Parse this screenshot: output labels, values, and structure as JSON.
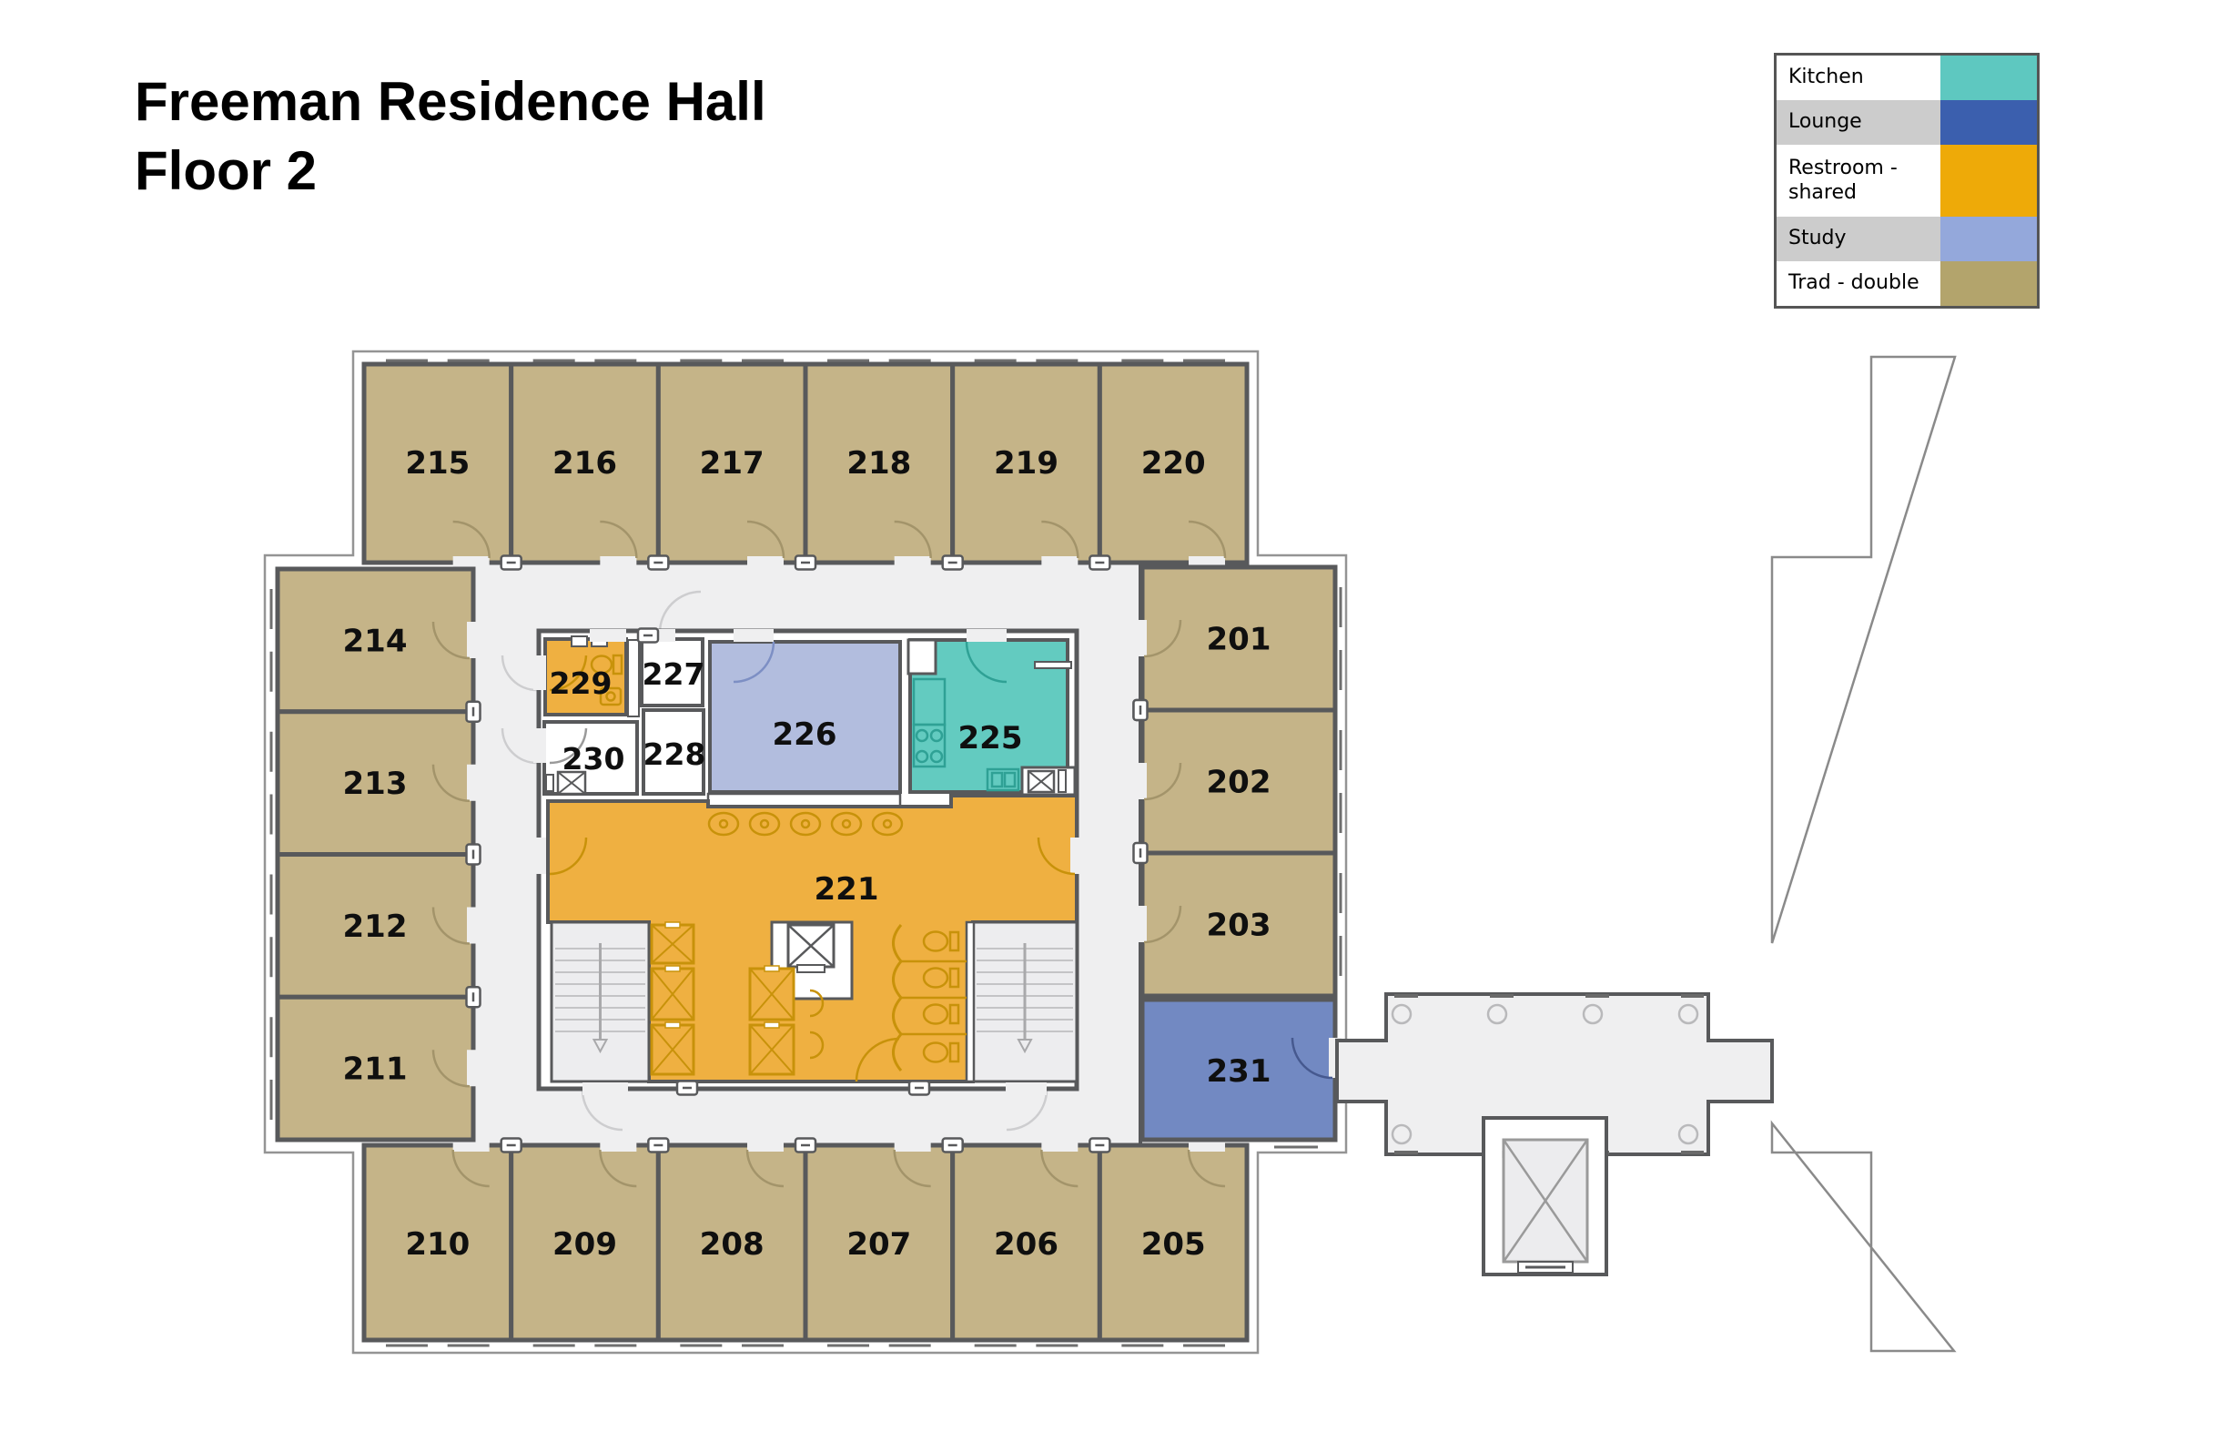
{
  "title": {
    "line1": "Freeman Residence Hall",
    "line2": "Floor 2"
  },
  "legend": {
    "items": [
      {
        "label": "Kitchen",
        "color": "#5ec8c0"
      },
      {
        "label": "Lounge",
        "color": "#3b5fae"
      },
      {
        "label": "Restroom - shared",
        "color": "#eeaa08"
      },
      {
        "label": "Study",
        "color": "#94a8db"
      },
      {
        "label": "Trad - double",
        "color": "#b3a46c"
      }
    ]
  },
  "floor_plan": {
    "rooms": [
      {
        "number": "201",
        "type": "Trad - double"
      },
      {
        "number": "202",
        "type": "Trad - double"
      },
      {
        "number": "203",
        "type": "Trad - double"
      },
      {
        "number": "205",
        "type": "Trad - double"
      },
      {
        "number": "206",
        "type": "Trad - double"
      },
      {
        "number": "207",
        "type": "Trad - double"
      },
      {
        "number": "208",
        "type": "Trad - double"
      },
      {
        "number": "209",
        "type": "Trad - double"
      },
      {
        "number": "210",
        "type": "Trad - double"
      },
      {
        "number": "211",
        "type": "Trad - double"
      },
      {
        "number": "212",
        "type": "Trad - double"
      },
      {
        "number": "213",
        "type": "Trad - double"
      },
      {
        "number": "214",
        "type": "Trad - double"
      },
      {
        "number": "215",
        "type": "Trad - double"
      },
      {
        "number": "216",
        "type": "Trad - double"
      },
      {
        "number": "217",
        "type": "Trad - double"
      },
      {
        "number": "218",
        "type": "Trad - double"
      },
      {
        "number": "219",
        "type": "Trad - double"
      },
      {
        "number": "220",
        "type": "Trad - double"
      },
      {
        "number": "221",
        "type": "Restroom - shared"
      },
      {
        "number": "225",
        "type": "Kitchen"
      },
      {
        "number": "226",
        "type": "Study"
      },
      {
        "number": "227",
        "type": ""
      },
      {
        "number": "228",
        "type": ""
      },
      {
        "number": "229",
        "type": "Restroom - shared"
      },
      {
        "number": "230",
        "type": ""
      },
      {
        "number": "231",
        "type": "Lounge"
      }
    ],
    "room_fill_colors": {
      "Kitchen": "#63cbc0",
      "Lounge": "#7289c2",
      "Restroom - shared": "#efb041",
      "Study": "#b2bdde",
      "Trad - double": "#c5b488",
      "Unlabeled": "#ffffff"
    },
    "wall_color": "#58595b",
    "hallway_color": "#efeff0"
  }
}
